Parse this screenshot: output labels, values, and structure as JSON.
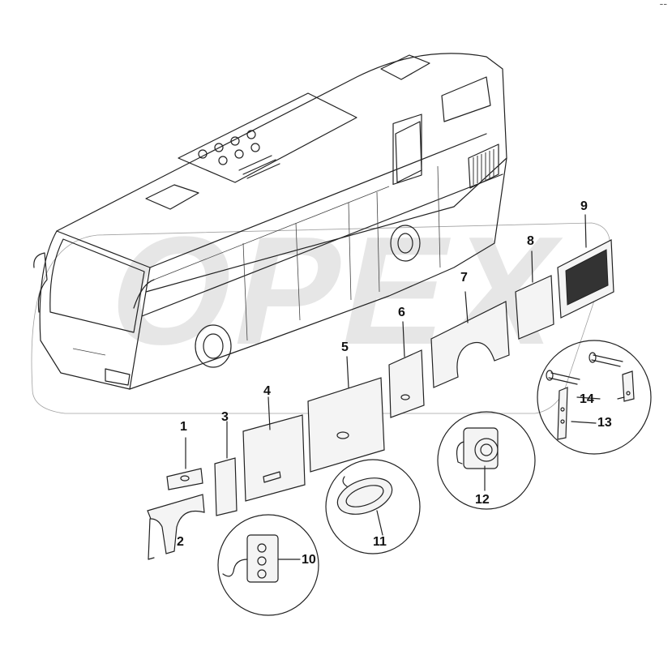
{
  "corner_mark": "--",
  "watermark": "OPEX",
  "callouts": [
    {
      "id": "1",
      "label": "1"
    },
    {
      "id": "2",
      "label": "2"
    },
    {
      "id": "3",
      "label": "3"
    },
    {
      "id": "4",
      "label": "4"
    },
    {
      "id": "5",
      "label": "5"
    },
    {
      "id": "6",
      "label": "6"
    },
    {
      "id": "7",
      "label": "7"
    },
    {
      "id": "8",
      "label": "8"
    },
    {
      "id": "9",
      "label": "9"
    },
    {
      "id": "10",
      "label": "10"
    },
    {
      "id": "11",
      "label": "11"
    },
    {
      "id": "12",
      "label": "12"
    },
    {
      "id": "13",
      "label": "13"
    },
    {
      "id": "14",
      "label": "14"
    }
  ],
  "colors": {
    "line": "#222222",
    "watermark": "#c8c8c8",
    "panel": "#f4f4f4",
    "grille": "#333333"
  }
}
